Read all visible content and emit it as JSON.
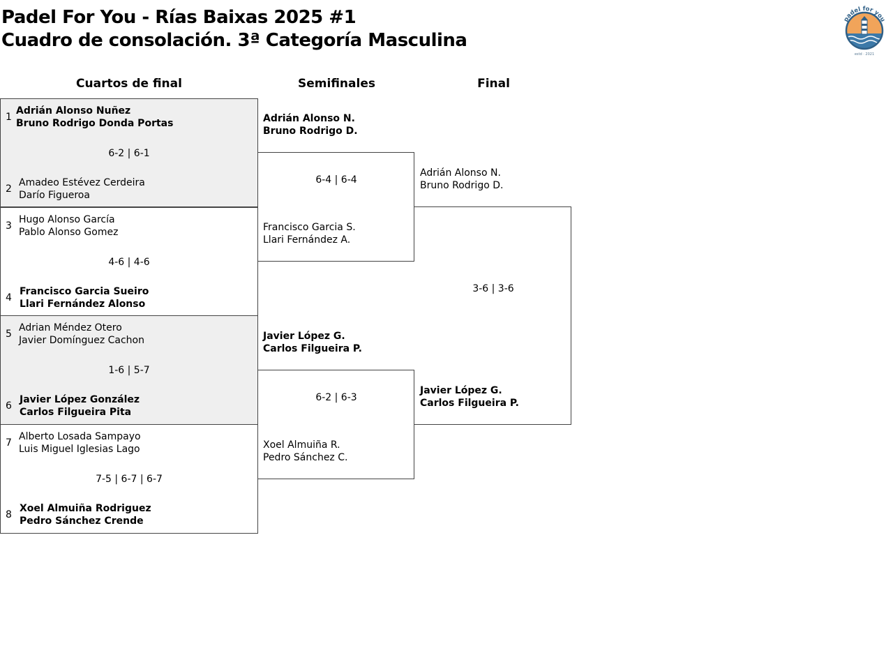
{
  "header": {
    "title": "Padel For You - Rías Baixas 2025 #1",
    "subtitle": "Cuadro de consolación. 3ª Categoría Masculina"
  },
  "logo": {
    "arc_text": "padel for you",
    "est_text": "estd · 2021",
    "colors": {
      "ring": "#2f5f86",
      "sun": "#f1a45a",
      "sea": "#3c79a8"
    }
  },
  "rounds": {
    "qf": "Cuartos de final",
    "sf": "Semifinales",
    "final": "Final"
  },
  "qf_matches": [
    {
      "seed_a": "1",
      "team_a": [
        "Adrián Alonso Nuñez",
        "Bruno Rodrigo Donda Portas"
      ],
      "seed_b": "2",
      "team_b": [
        "Amadeo Estévez Cerdeira",
        "Darío Figueroa"
      ],
      "score": "6-2 | 6-1",
      "winner": "a"
    },
    {
      "seed_a": "3",
      "team_a": [
        "Hugo Alonso García",
        "Pablo Alonso Gomez"
      ],
      "seed_b": "4",
      "team_b": [
        "Francisco Garcia Sueiro",
        "Llari Fernández Alonso"
      ],
      "score": "4-6 | 4-6",
      "winner": "b"
    },
    {
      "seed_a": "5",
      "team_a": [
        "Adrian Méndez Otero",
        "Javier Domínguez Cachon"
      ],
      "seed_b": "6",
      "team_b": [
        "Javier López González",
        "Carlos Filgueira Pita"
      ],
      "score": "1-6 | 5-7",
      "winner": "b"
    },
    {
      "seed_a": "7",
      "team_a": [
        "Alberto Losada Sampayo",
        "Luis Miguel Iglesias Lago"
      ],
      "seed_b": "8",
      "team_b": [
        "Xoel Almuiña Rodriguez",
        "Pedro Sánchez Crende"
      ],
      "score": "7-5 | 6-7 | 6-7",
      "winner": "b"
    }
  ],
  "sf_matches": [
    {
      "team_a": [
        "Adrián Alonso N.",
        "Bruno Rodrigo D."
      ],
      "team_b": [
        "Francisco Garcia S.",
        "Llari Fernández A."
      ],
      "score": "6-4 | 6-4",
      "winner": "a"
    },
    {
      "team_a": [
        "Javier López G.",
        "Carlos Filgueira P."
      ],
      "team_b": [
        "Xoel Almuiña R.",
        "Pedro Sánchez C."
      ],
      "score": "6-2 | 6-3",
      "winner": "a"
    }
  ],
  "final_match": {
    "team_a": [
      "Adrián Alonso N.",
      "Bruno Rodrigo D."
    ],
    "team_b": [
      "Javier López G.",
      "Carlos Filgueira P."
    ],
    "score": "3-6 | 3-6",
    "winner": "b"
  }
}
